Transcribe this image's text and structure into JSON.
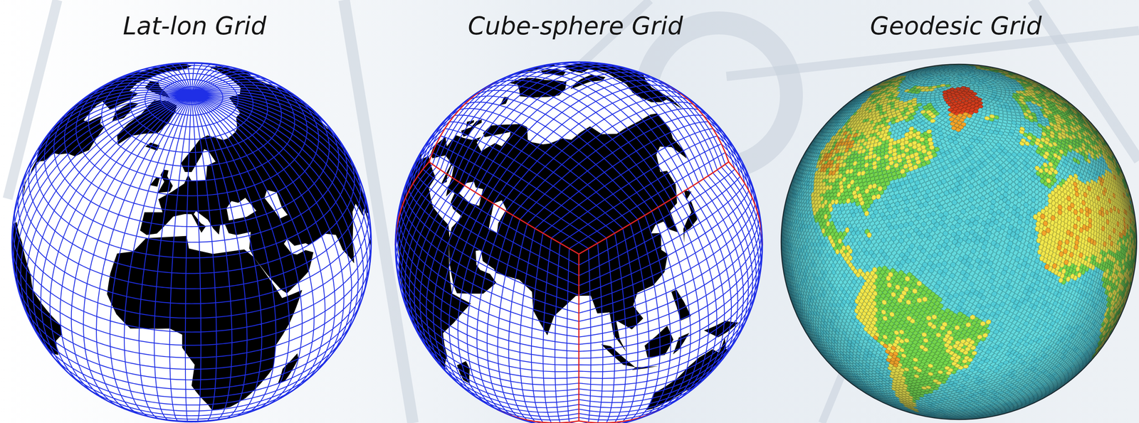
{
  "diagram": {
    "labels": [
      "Lat-lon Grid",
      "Cube-sphere Grid",
      "Geodesic Grid"
    ]
  }
}
